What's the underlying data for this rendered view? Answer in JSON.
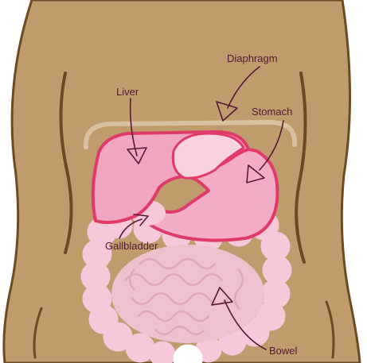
{
  "labels": {
    "diaphragm": "Diaphragm",
    "liver": "Liver",
    "stomach": "Stomach",
    "gallbladder": "Gallbladder",
    "bowel": "Bowel"
  },
  "colors": {
    "skin": "#c09c6d",
    "skin_outline": "#6b4a24",
    "organ_outline": "#e03a6a",
    "liver": "#f0a6c0",
    "stomach": "#f3acc6",
    "intestine": "#f6c8d9",
    "label_text": "#5a1837"
  }
}
